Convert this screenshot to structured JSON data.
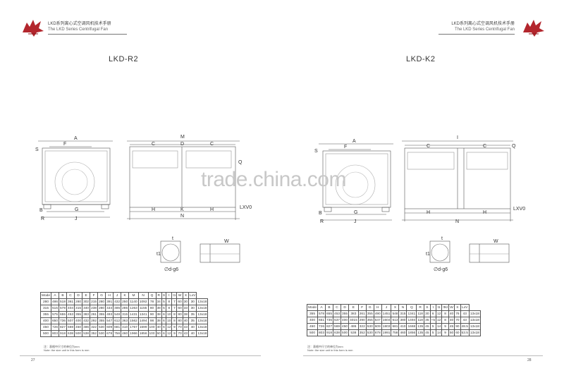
{
  "header": {
    "cn": "LKD系列离心式空调风机技术手册",
    "en": "The LKD Series Centrifugal Fan"
  },
  "watermark": "trade.china.com",
  "left": {
    "model": "LKD-R2",
    "dims": {
      "A": "A",
      "F": "F",
      "S": "S",
      "C": "C",
      "D": "D",
      "M": "M",
      "Q": "Q",
      "G": "G",
      "J": "J",
      "H": "H",
      "K": "K",
      "N": "N",
      "R": "R",
      "B": "B",
      "LXV": "LXV0",
      "W": "W",
      "t": "t",
      "t1": "t1",
      "shaft": "∅d-g6"
    },
    "table": {
      "headers": [
        "Mode",
        "A",
        "B",
        "C",
        "D",
        "E",
        "F",
        "G",
        "H",
        "J",
        "K",
        "M",
        "N",
        "Q",
        "R",
        "S",
        "t",
        "t1",
        "W",
        "X",
        "LxV"
      ],
      "rows": [
        [
          "280",
          "486",
          "518",
          "361",
          "280",
          "302",
          "215",
          "280",
          "391",
          "432",
          "250",
          "1140",
          "1092",
          "78",
          "34",
          "5",
          "8",
          "7",
          "60",
          "30",
          "30",
          "13x18"
        ],
        [
          "315",
          "515",
          "578",
          "404",
          "315",
          "340",
          "238",
          "280",
          "434",
          "486",
          "285",
          "1263",
          "1155",
          "80",
          "38",
          "5",
          "8",
          "7",
          "60",
          "33",
          "30",
          "13x18"
        ],
        [
          "355",
          "575",
          "655",
          "453",
          "355",
          "383",
          "261",
          "355",
          "493",
          "548",
          "315",
          "1431",
          "1341",
          "90",
          "38",
          "6",
          "10",
          "8",
          "80",
          "38",
          "35",
          "13x18"
        ],
        [
          "400",
          "650",
          "736",
          "507",
          "400",
          "432",
          "292",
          "355",
          "547",
          "612",
          "363",
          "1562",
          "1494",
          "98",
          "38",
          "6",
          "10",
          "8",
          "80",
          "40",
          "35",
          "13x18"
        ],
        [
          "450",
          "726",
          "827",
          "569",
          "450",
          "486",
          "322",
          "530",
          "609",
          "681",
          "410",
          "1767",
          "1699",
          "100",
          "40",
          "6",
          "12",
          "9",
          "70",
          "43",
          "40",
          "13x18"
        ],
        [
          "500",
          "803",
          "918",
          "638",
          "500",
          "538",
          "352",
          "530",
          "678",
          "756",
          "460",
          "1966",
          "1856",
          "100",
          "50",
          "6",
          "12",
          "9",
          "70",
          "43",
          "40",
          "13x18"
        ]
      ]
    },
    "note_cn": "注：表格中尺寸的单位为mm",
    "note_en": "Note: the size unit in this form is mm",
    "page_no": "27"
  },
  "right": {
    "model": "LKD-K2",
    "dims": {
      "A": "A",
      "F": "F",
      "S": "S",
      "C": "C",
      "I": "I",
      "Q": "Q",
      "G": "G",
      "J": "J",
      "H": "H",
      "N": "N",
      "R": "R",
      "B": "B",
      "LXV": "LXV0",
      "W": "W",
      "t": "t",
      "t1": "t1",
      "shaft": "∅d-g6"
    },
    "table": {
      "headers": [
        "Mode",
        "A",
        "B",
        "C",
        "D",
        "E",
        "F",
        "G",
        "H",
        "J",
        "X",
        "N",
        "Q",
        "R",
        "S",
        "t",
        "t1",
        "Φd",
        "W",
        "X",
        "LxV"
      ],
      "rows": [
        [
          "355",
          "578",
          "655",
          "453",
          "355",
          "383",
          "261",
          "355",
          "490",
          "1451",
          "548",
          "315",
          "1341",
          "118",
          "30",
          "6",
          "12",
          "8",
          "40",
          "76",
          "43",
          "13x18"
        ],
        [
          "400",
          "651",
          "736",
          "537",
          "400",
          "4015",
          "290",
          "355",
          "547",
          "1604",
          "613",
          "380",
          "1494",
          "118",
          "35",
          "+5",
          "12",
          "8",
          "40",
          "70",
          "43",
          "13x18"
        ],
        [
          "450",
          "726",
          "827",
          "569",
          "450",
          "486",
          "322",
          "530",
          "609",
          "1803",
          "681",
          "410",
          "1668",
          "135",
          "45",
          "5",
          "14",
          "9",
          "45",
          "90",
          "48.5",
          "13x18"
        ],
        [
          "500",
          "803",
          "918",
          "638",
          "500",
          "538",
          "352",
          "530",
          "678",
          "1991",
          "758",
          "460",
          "1856",
          "135",
          "45",
          "5",
          "14",
          "9",
          "50",
          "60",
          "53.5",
          "13x18"
        ]
      ]
    },
    "note_cn": "注：表格中尺寸的单位为mm",
    "note_en": "Note: the size unit in this form is mm",
    "page_no": "28"
  }
}
